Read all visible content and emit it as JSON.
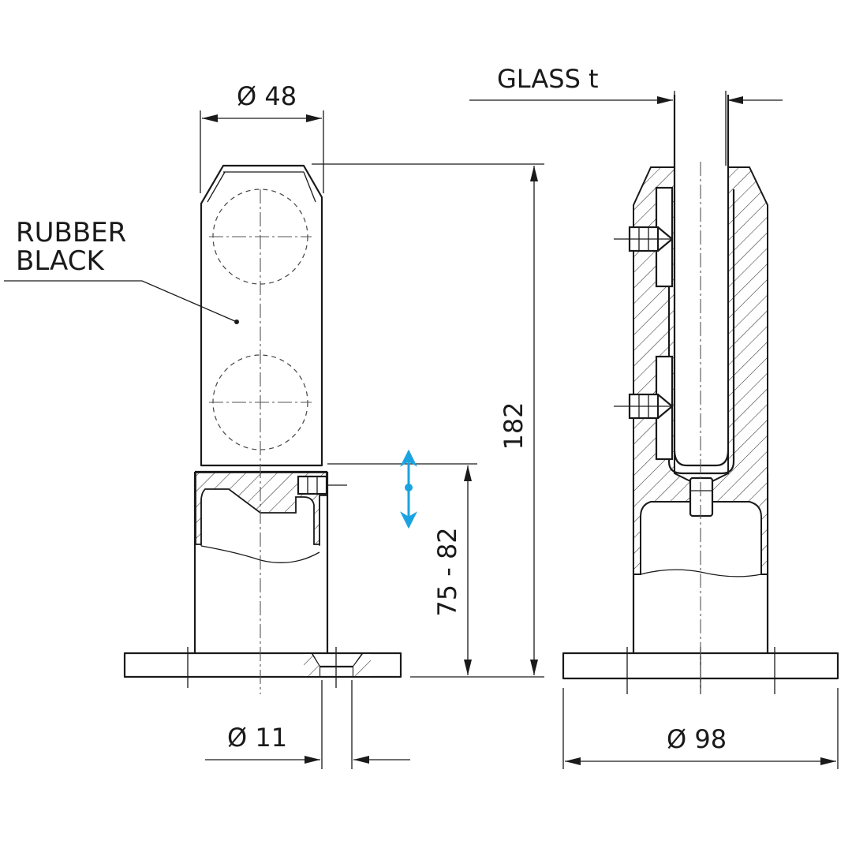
{
  "labels": {
    "diameter_48": "Ø 48",
    "glass_t": "GLASS t",
    "rubber": "RUBBER",
    "black": "BLACK",
    "height_182": "182",
    "range_75_82": "75 - 82",
    "diameter_11": "Ø 11",
    "diameter_98": "Ø 98"
  },
  "colors": {
    "line": "#1a1a1a",
    "adjust_arrow": "#1aa3e0"
  },
  "icons": {
    "adjust_arrow": "double-arrow-vertical-icon"
  }
}
